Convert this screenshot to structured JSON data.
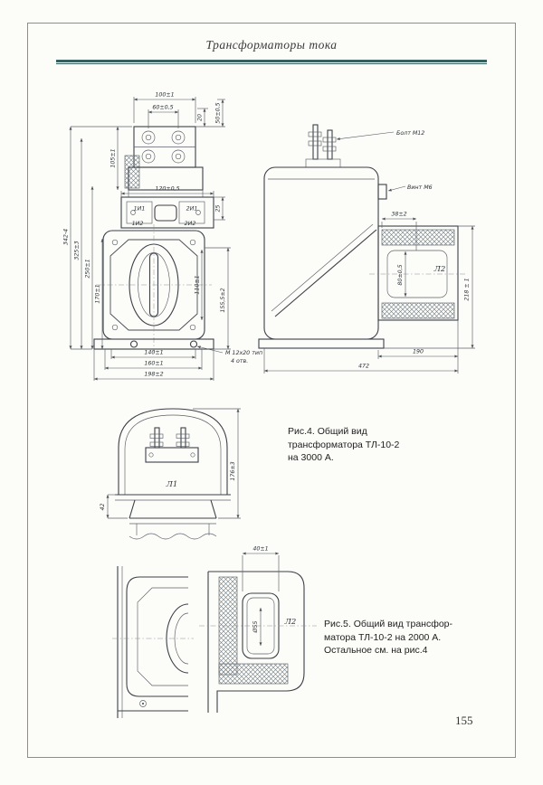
{
  "header": {
    "title": "Трансформаторы тока",
    "rule_color": "#35605e"
  },
  "page_number": "155",
  "fig4": {
    "caption": [
      "Рис.4. Общий вид",
      "трансформатора ТЛ-10-2",
      "на 3000 А."
    ],
    "front": {
      "d100": "100±1",
      "d60": "60±0,5",
      "d20": "20",
      "d50": "50±0,5",
      "d105": "105±1",
      "d120": "120±0,5",
      "d25": "25",
      "t1i1": "1И1",
      "t2i1": "2И1",
      "t1i2": "1И2",
      "t2i2": "2И2",
      "d342": "342-4",
      "d325": "325±3",
      "d250": "250±1",
      "d170": "170±1",
      "d110": "110±1",
      "d155": "155,5±2",
      "d140": "140±1",
      "d160": "160±1",
      "d198": "198±2",
      "note_bolt_1": "М 12х20 тип",
      "note_bolt_2": "4 отв."
    },
    "side": {
      "bolt_label": "Болт М12",
      "screw_label": "Винт М6",
      "d38": "38±2",
      "d80": "80±0,5",
      "l2": "Л2",
      "d218": "218 ± 1",
      "d190": "190",
      "d472": "472"
    },
    "lview": {
      "l1": "Л1",
      "d42": "42",
      "d176": "176±3"
    }
  },
  "fig5": {
    "caption": [
      "Рис.5. Общий вид трансфор-",
      "матора ТЛ-10-2 на 2000 А.",
      "Остальное см. на рис.4"
    ],
    "d40": "40±1",
    "d55": "Ø55",
    "l2": "Л2"
  }
}
